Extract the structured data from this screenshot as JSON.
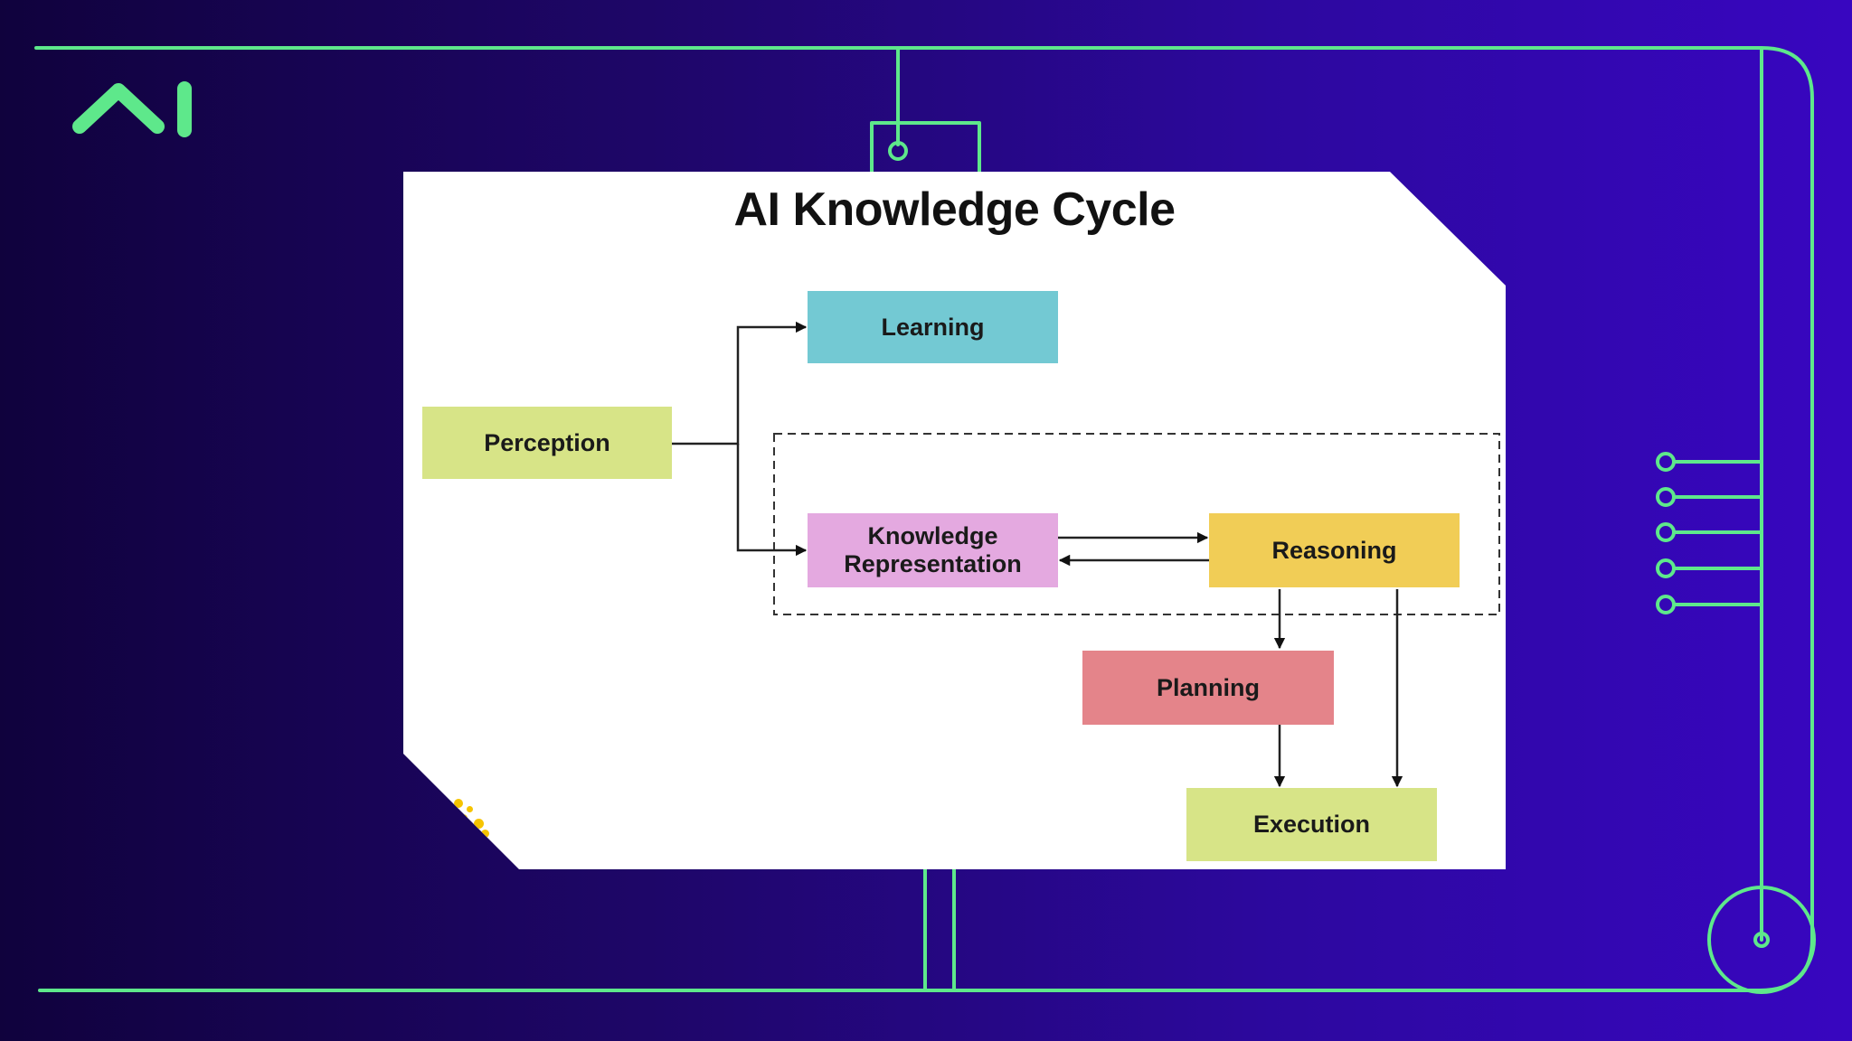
{
  "diagram": {
    "title": "AI Knowledge Cycle",
    "nodes": {
      "learning": {
        "label": "Learning",
        "color": "#73c9d3"
      },
      "perception": {
        "label": "Perception",
        "color": "#d7e487"
      },
      "knowledge_representation": {
        "label": "Knowledge Representation",
        "color": "#e4a9e0"
      },
      "reasoning": {
        "label": "Reasoning",
        "color": "#f1cd56"
      },
      "planning": {
        "label": "Planning",
        "color": "#e4848a"
      },
      "execution": {
        "label": "Execution",
        "color": "#d7e487"
      }
    },
    "edges": [
      {
        "from": "Perception",
        "to": "Learning"
      },
      {
        "from": "Perception",
        "to": "Knowledge Representation"
      },
      {
        "from": "Knowledge Representation",
        "to": "Reasoning"
      },
      {
        "from": "Reasoning",
        "to": "Knowledge Representation"
      },
      {
        "from": "Reasoning",
        "to": "Planning"
      },
      {
        "from": "Reasoning",
        "to": "Execution"
      },
      {
        "from": "Planning",
        "to": "Execution"
      }
    ]
  },
  "theme": {
    "accent": "#5ee88b",
    "background_left": "#10023d",
    "background_right": "#3806c0"
  },
  "logo": {
    "text": "AI"
  }
}
